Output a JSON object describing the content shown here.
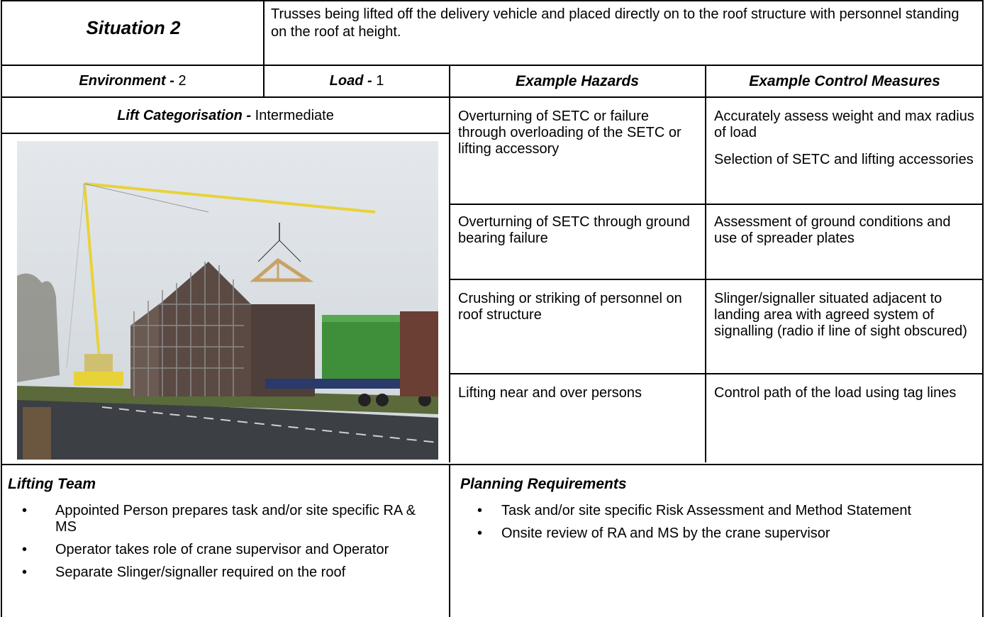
{
  "header": {
    "situation_label": "Situation 2",
    "description": "Trusses being lifted off the delivery vehicle and placed directly on to the roof structure with personnel standing on the roof at height."
  },
  "environment": {
    "label": "Environment -",
    "value": "2"
  },
  "load": {
    "label": "Load -",
    "value": "1"
  },
  "lift_category": {
    "label": "Lift Categorisation -",
    "value": "Intermediate"
  },
  "hazards_header": "Example Hazards",
  "controls_header": "Example Control Measures",
  "rows": [
    {
      "hazard": "Overturning of SETC or failure through overloading of the SETC or lifting accessory",
      "controls": [
        "Accurately  assess weight and max radius of load",
        "Selection of SETC and lifting accessories"
      ]
    },
    {
      "hazard": "Overturning of SETC through ground bearing failure",
      "controls": [
        "Assessment of ground conditions and use of spreader plates"
      ]
    },
    {
      "hazard": "Crushing or striking of personnel on roof structure",
      "controls": [
        "Slinger/signaller situated adjacent to landing area with agreed system of signalling (radio if line of sight obscured)"
      ]
    },
    {
      "hazard": "Lifting near and over persons",
      "controls": [
        "Control path of the load using tag lines"
      ]
    }
  ],
  "lifting_team": {
    "title": "Lifting Team",
    "items": [
      "Appointed Person prepares task and/or site specific RA & MS",
      "Operator takes role of crane supervisor and Operator",
      "Separate Slinger/signaller required on the roof"
    ]
  },
  "planning": {
    "title": "Planning Requirements",
    "items": [
      "Task and/or site specific Risk Assessment  and Method Statement",
      "Onsite review of RA and MS by the crane supervisor"
    ]
  },
  "colors": {
    "sky": "#d9dee3",
    "crane": "#e8d23a",
    "cabin": "#3f8f3a",
    "truck": "#c8362b",
    "stone": "#5b4a44"
  }
}
